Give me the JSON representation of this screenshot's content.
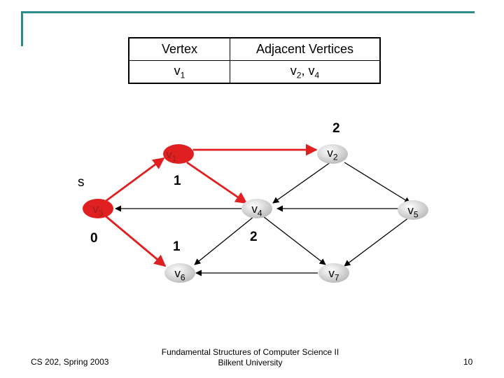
{
  "table": {
    "header_vertex": "Vertex",
    "header_adjacent": "Adjacent Vertices",
    "row_vertex": "v",
    "row_vertex_sub": "1",
    "row_adj_v2": "v",
    "row_adj_v2_sub": "2",
    "row_adj_sep": ", ",
    "row_adj_v4": "v",
    "row_adj_v4_sub": "4"
  },
  "graph": {
    "nodes": {
      "v1": {
        "letter": "v",
        "sub": "1"
      },
      "v2": {
        "letter": "v",
        "sub": "2"
      },
      "v3": {
        "letter": "v",
        "sub": "3"
      },
      "v4": {
        "letter": "v",
        "sub": "4"
      },
      "v5": {
        "letter": "v",
        "sub": "5"
      },
      "v6": {
        "letter": "v",
        "sub": "6"
      },
      "v7": {
        "letter": "v",
        "sub": "7"
      }
    },
    "highlighted_nodes": [
      "v1",
      "v3"
    ],
    "source_label": "s",
    "distance_labels": {
      "v1": "1",
      "v2": "2",
      "v3": "0",
      "v4": "2",
      "v6": "1"
    },
    "colors": {
      "highlight": "#e02020",
      "normal_node": "#d8d8d8",
      "edge": "#000000",
      "highlight_text": "#9b1c1c"
    }
  },
  "footer": {
    "course": "CS 202, Spring 2003",
    "title_line1": "Fundamental Structures of Computer Science II",
    "title_line2": "Bilkent University",
    "page_number": "10"
  }
}
